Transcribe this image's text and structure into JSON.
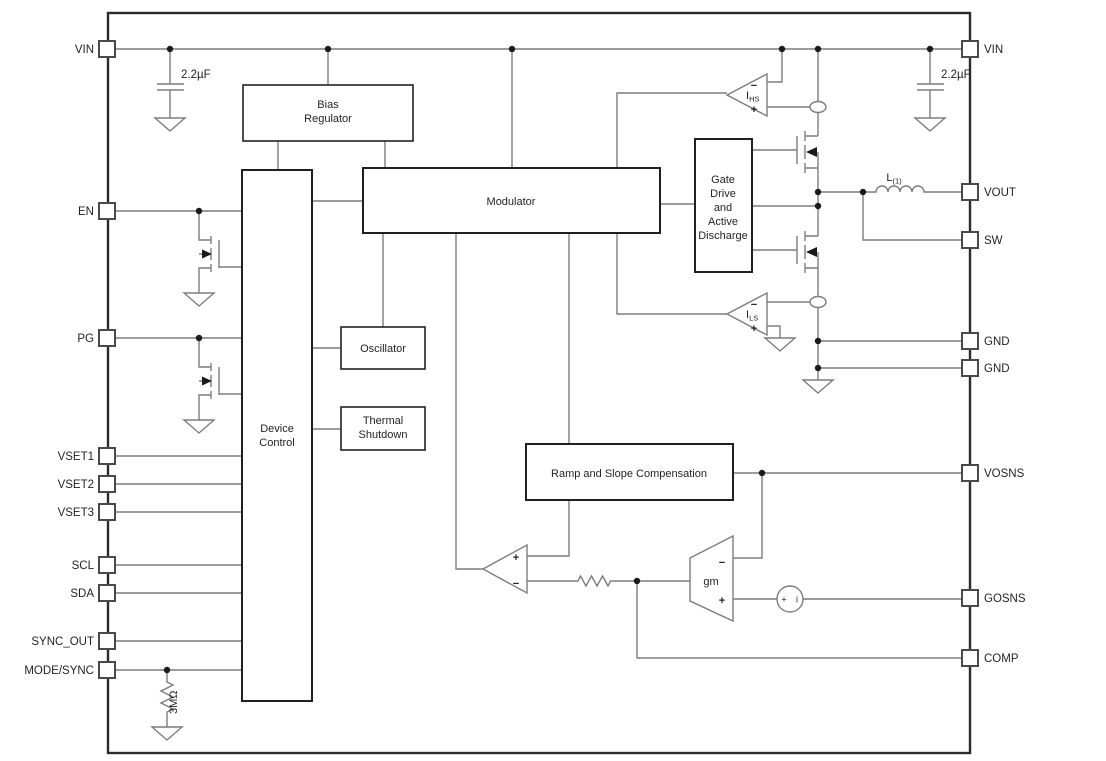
{
  "pins": {
    "left": [
      "VIN",
      "EN",
      "PG",
      "VSET1",
      "VSET2",
      "VSET3",
      "SCL",
      "SDA",
      "SYNC_OUT",
      "MODE/SYNC"
    ],
    "right": [
      "VIN",
      "VOUT",
      "SW",
      "GND",
      "GND",
      "VOSNS",
      "GOSNS",
      "COMP"
    ]
  },
  "blocks": {
    "bias_regulator": {
      "lines": [
        "Bias",
        "Regulator"
      ]
    },
    "modulator": {
      "label": "Modulator"
    },
    "device_control": {
      "lines": [
        "Device",
        "Control"
      ]
    },
    "oscillator": {
      "label": "Oscillator"
    },
    "thermal_shutdown": {
      "lines": [
        "Thermal",
        "Shutdown"
      ]
    },
    "gate_drive": {
      "lines": [
        "Gate",
        "Drive",
        "and",
        "Active",
        "Discharge"
      ]
    },
    "ramp_slope": {
      "label": "Ramp and Slope Compensation"
    }
  },
  "components": {
    "input_cap_left": "2.2µF",
    "input_cap_right": "2.2µF",
    "inductor": {
      "base": "L",
      "sub": "(1)"
    },
    "mode_sync_resistor": "3MΩ",
    "hs_current_comparator": {
      "base": "I",
      "sub": "HS"
    },
    "ls_current_comparator": {
      "base": "I",
      "sub": "LS"
    },
    "error_amp": "gm",
    "current_source": {
      "plus": "+",
      "label": "i"
    },
    "plus": "+",
    "minus": "−"
  },
  "colors": {
    "block_stroke": "#231f20",
    "wire": "#7d7d7d",
    "text": "#231f20",
    "background": "#ffffff"
  }
}
